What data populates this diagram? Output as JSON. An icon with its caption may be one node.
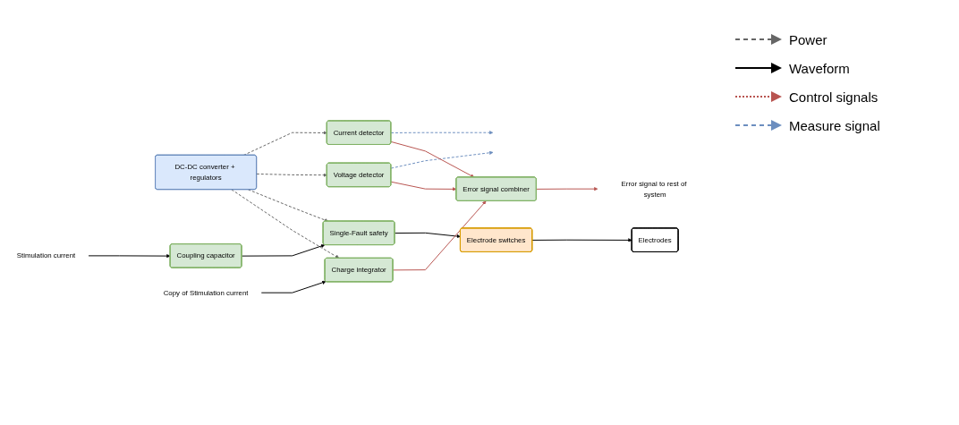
{
  "diagram": {
    "nodes": [
      {
        "text": [
          "DC-DC converter + regulators"
        ]
      },
      {
        "text": [
          "Current detector"
        ]
      },
      {
        "text": [
          "Voltage detector"
        ]
      },
      {
        "text": [
          "Stimulation current"
        ]
      },
      {
        "text": [
          "Coupling capacitor"
        ]
      },
      {
        "text": [
          "Single-Fault safety"
        ]
      },
      {
        "text": [
          "Electrode switches"
        ]
      },
      {
        "text": [
          "Electrodes"
        ]
      },
      {
        "text": [
          "Copy of Stimulation current"
        ]
      },
      {
        "text": [
          "Charge integrator"
        ]
      },
      {
        "text": [
          "Error signal to rest of system"
        ]
      },
      {
        "text": [
          "Error signal combiner"
        ]
      }
    ],
    "edges": [
      {
        "from": 0,
        "to": 1,
        "arrow": "to",
        "style": "dashed",
        "color": "#666666"
      },
      {
        "from": 0,
        "to": 2,
        "arrow": "to",
        "style": "dashed",
        "color": "#666666"
      },
      {
        "from": 0,
        "to": 5,
        "arrow": "to",
        "style": "dashed",
        "color": "#666666"
      },
      {
        "from": 0,
        "to": 9,
        "arrow": "to",
        "style": "dashed",
        "color": "#666666"
      },
      {
        "from": 3,
        "to": 4,
        "arrow": "to"
      },
      {
        "from": 4,
        "to": 5,
        "arrow": "to"
      },
      {
        "from": 5,
        "to": 6,
        "arrow": "to"
      },
      {
        "from": 6,
        "to": 7,
        "arrow": "to"
      },
      {
        "from": 8,
        "to": 9,
        "arrow": "to"
      },
      {
        "from": 1,
        "to": null,
        "arrow": "to",
        "style": "dashed",
        "color": "#6c8ebf"
      },
      {
        "from": 2,
        "to": null,
        "arrow": "to",
        "style": "dashed",
        "color": "#6c8ebf"
      },
      {
        "from": 9,
        "to": 11,
        "arrow": "to",
        "color": "#b85450"
      },
      {
        "from": 1,
        "to": 11,
        "arrow": "to",
        "color": "#b85450"
      },
      {
        "from": 2,
        "to": 11,
        "arrow": "to",
        "color": "#b85450"
      },
      {
        "from": 11,
        "to": 10,
        "arrow": "to",
        "color": "#b85450"
      }
    ],
    "legend": [
      {
        "text": "Power"
      },
      {
        "text": "Waveform"
      },
      {
        "text": "Control signals"
      },
      {
        "text": "Measure signal"
      }
    ]
  }
}
